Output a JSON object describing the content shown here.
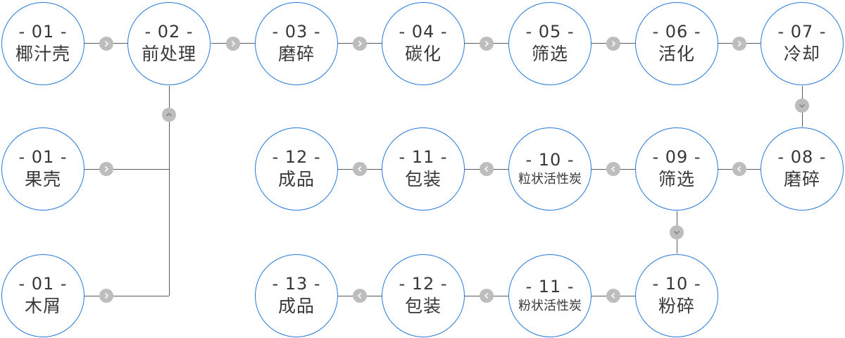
{
  "colors": {
    "circle_border": "#2679d8",
    "line": "#5a5a5a",
    "connector_bg": "#bdbdbd",
    "chev_light": "#f2f2f2",
    "chev_dark": "#8f8f8f",
    "text": "#383838",
    "background": "#ffffff"
  },
  "nodes": [
    {
      "num": "- 01 -",
      "label": "椰汁壳"
    },
    {
      "num": "- 02 -",
      "label": "前处理"
    },
    {
      "num": "- 03 -",
      "label": "磨碎"
    },
    {
      "num": "- 04 -",
      "label": "碳化"
    },
    {
      "num": "- 05 -",
      "label": "筛选"
    },
    {
      "num": "- 06 -",
      "label": "活化"
    },
    {
      "num": "- 07 -",
      "label": "冷却"
    },
    {
      "num": "- 01 -",
      "label": "果壳"
    },
    {
      "num": "- 12 -",
      "label": "成品"
    },
    {
      "num": "- 11 -",
      "label": "包装"
    },
    {
      "num": "- 10 -",
      "label": "粒状活性炭"
    },
    {
      "num": "- 09 -",
      "label": "筛选"
    },
    {
      "num": "- 08 -",
      "label": "磨碎"
    },
    {
      "num": "- 01 -",
      "label": "木屑"
    },
    {
      "num": "- 13 -",
      "label": "成品"
    },
    {
      "num": "- 12 -",
      "label": "包装"
    },
    {
      "num": "- 11 -",
      "label": "粉状活性炭"
    },
    {
      "num": "- 10 -",
      "label": "粉碎"
    }
  ]
}
